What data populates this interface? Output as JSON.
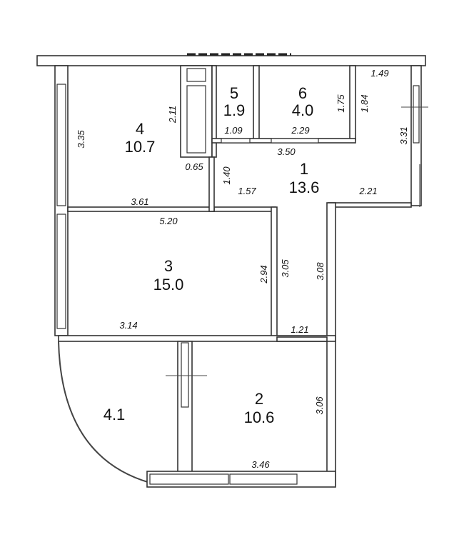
{
  "rooms": [
    {
      "number": "1",
      "area": "13.6"
    },
    {
      "number": "2",
      "area": "10.6"
    },
    {
      "number": "3",
      "area": "15.0"
    },
    {
      "number": "4",
      "area": "10.7"
    },
    {
      "number": "5",
      "area": "1.9"
    },
    {
      "number": "6",
      "area": "4.0"
    },
    {
      "number": "",
      "area": "4.1"
    }
  ],
  "dimensions": {
    "d_149": "1.49",
    "d_175": "1.75",
    "d_184": "1.84",
    "d_331": "3.31",
    "d_211": "2.11",
    "d_109": "1.09",
    "d_229": "2.29",
    "d_335": "3.35",
    "d_065": "0.65",
    "d_140": "1.40",
    "d_350": "3.50",
    "d_157": "1.57",
    "d_221": "2.21",
    "d_361": "3.61",
    "d_520": "5.20",
    "d_294": "2.94",
    "d_305": "3.05",
    "d_308": "3.08",
    "d_314": "3.14",
    "d_121": "1.21",
    "d_306": "3.06",
    "d_346": "3.46"
  }
}
